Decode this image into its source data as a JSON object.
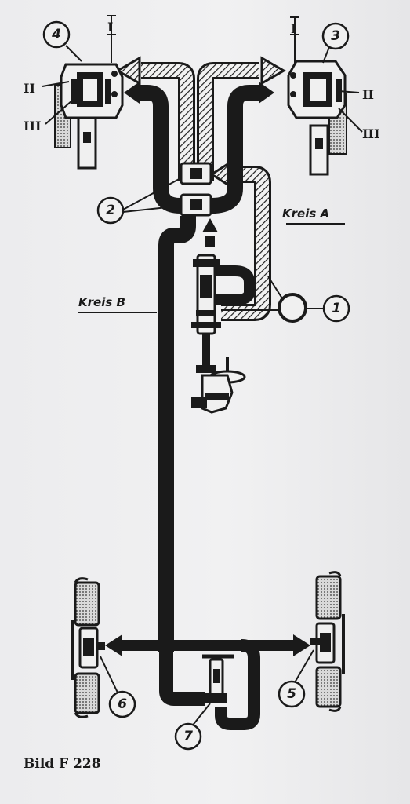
{
  "diagram": {
    "circuit_a_label": "Kreis A",
    "circuit_b_label": "Kreis B",
    "callouts": {
      "n1": "1",
      "n2": "2",
      "n3": "3",
      "n4": "4",
      "n5": "5",
      "n6": "6",
      "n7": "7"
    },
    "roman": {
      "i": "I",
      "ii": "II",
      "iii": "III"
    }
  },
  "caption": "Bild F 228"
}
